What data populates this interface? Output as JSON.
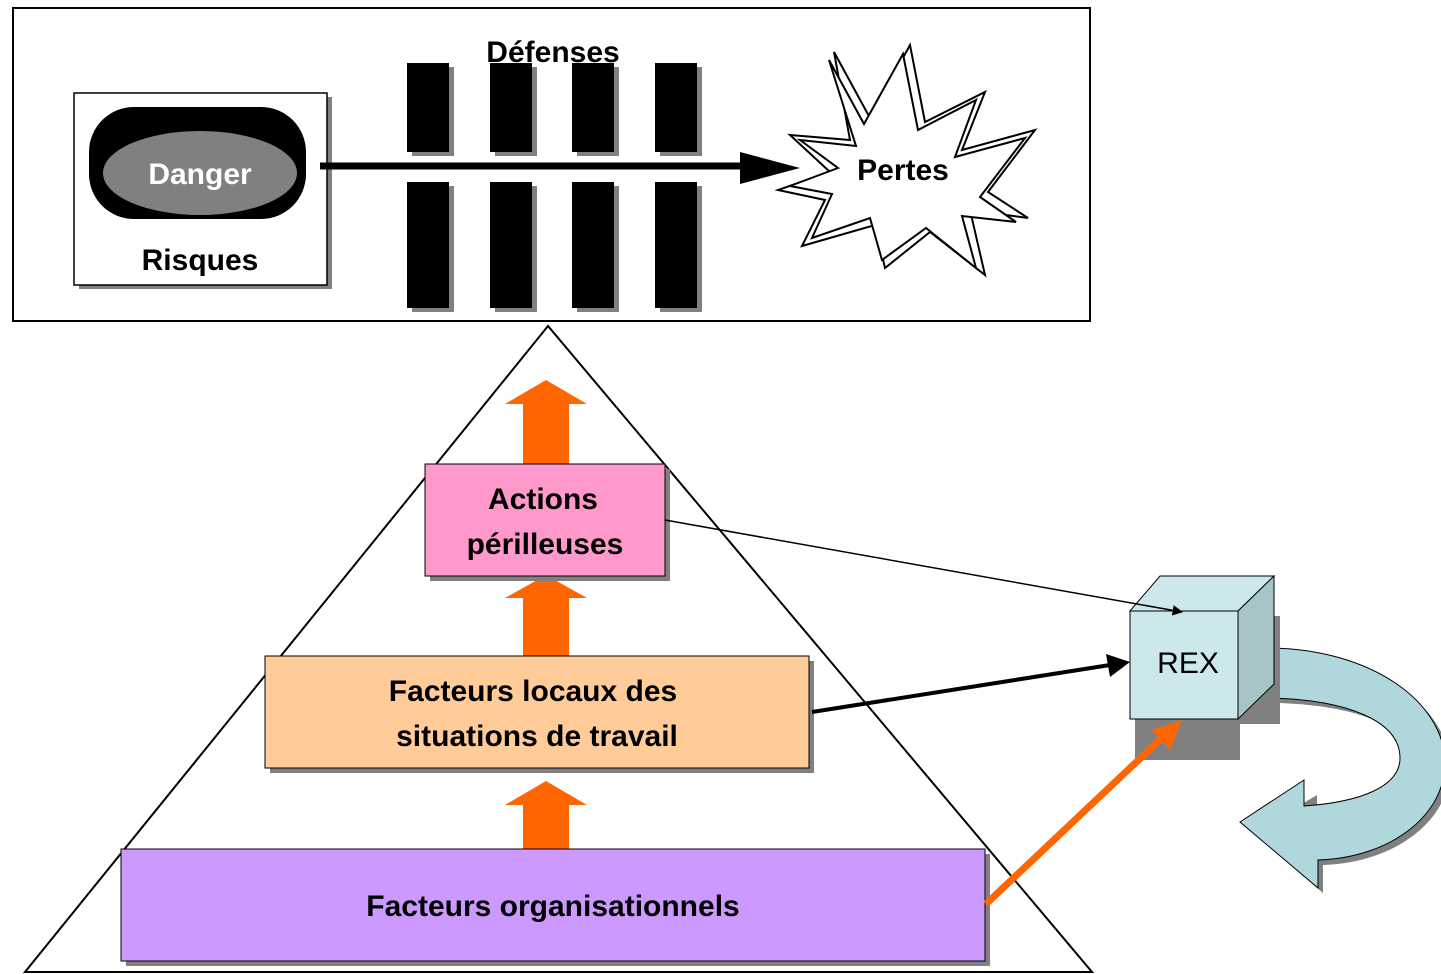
{
  "top_panel": {
    "defenses_label": "Défenses",
    "danger_label": "Danger",
    "risks_label": "Risques",
    "losses_label": "Pertes"
  },
  "pyramid": {
    "actions_line1": "Actions",
    "actions_line2": "périlleuses",
    "local_line1": "Facteurs locaux des",
    "local_line2": "situations de travail",
    "org_label": "Facteurs organisationnels"
  },
  "rex": {
    "label": "REX"
  },
  "colors": {
    "actions_fill": "#ff99cc",
    "local_fill": "#ffcc99",
    "org_fill": "#cc99ff",
    "up_arrow": "#ff6600",
    "rex_fill": "#cce8ea",
    "curved_arrow_fill": "#b0d8dc"
  }
}
